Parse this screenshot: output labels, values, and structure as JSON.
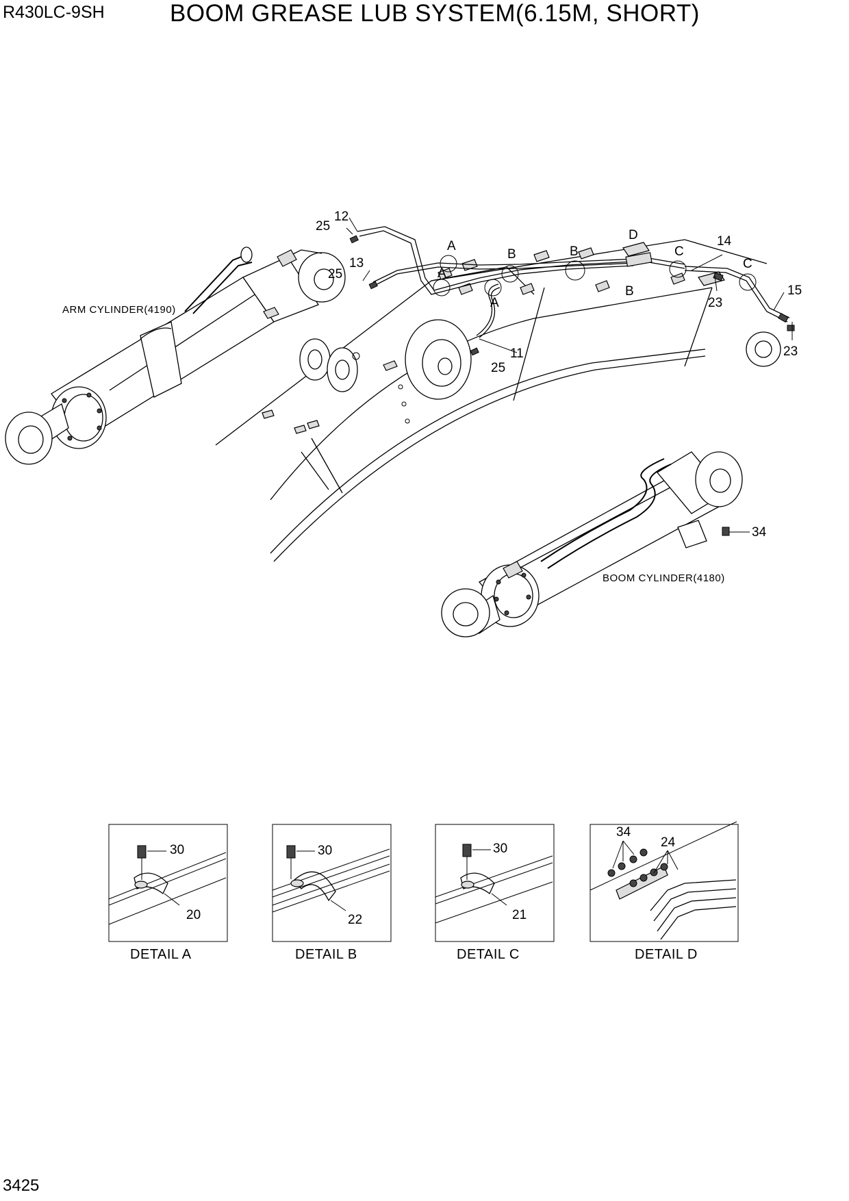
{
  "header": {
    "model": "R430LC-9SH",
    "title": "BOOM GREASE LUB SYSTEM(6.15M, SHORT)"
  },
  "footer": {
    "page_number": "3425"
  },
  "part_labels": {
    "arm_cylinder": "ARM CYLINDER(4190)",
    "boom_cylinder": "BOOM CYLINDER(4180)"
  },
  "callouts": {
    "c12": "12",
    "c25a": "25",
    "c13": "13",
    "c25b": "25",
    "c11": "11",
    "c25c": "25",
    "c14": "14",
    "c15": "15",
    "c23a": "23",
    "c23b": "23",
    "c34": "34",
    "detA1": "A",
    "detA2": "A",
    "detA3": "A",
    "detB1": "B",
    "detB2": "B",
    "detB3": "B",
    "detC1": "C",
    "detC2": "C",
    "detD1": "D"
  },
  "details": [
    {
      "caption": "DETAIL  A",
      "bolt": "30",
      "clamp": "20"
    },
    {
      "caption": "DETAIL  B",
      "bolt": "30",
      "clamp": "22"
    },
    {
      "caption": "DETAIL  C",
      "bolt": "30",
      "clamp": "21"
    },
    {
      "caption": "DETAIL  D",
      "fitting": "34",
      "manifold": "24"
    }
  ]
}
